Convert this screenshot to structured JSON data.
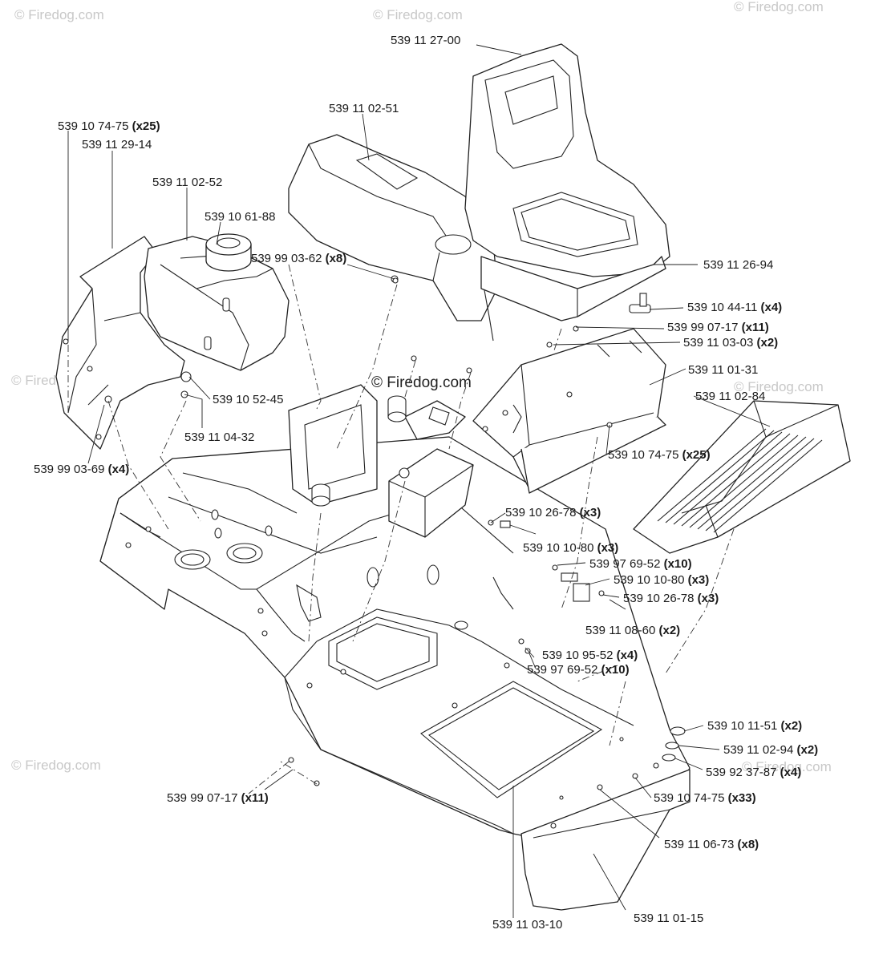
{
  "watermarks": {
    "text": "© Firedog.com",
    "center_text": "© Firedog.com"
  },
  "labels": [
    {
      "id": "seat",
      "part": "539 11 27-00",
      "qty": ""
    },
    {
      "id": "console",
      "part": "539 11 02-51",
      "qty": ""
    },
    {
      "id": "screw-left-top",
      "part": "539 10 74-75",
      "qty": "(x25)"
    },
    {
      "id": "left-bracket",
      "part": "539 11 29-14",
      "qty": ""
    },
    {
      "id": "fuel-tank",
      "part": "539 11 02-52",
      "qty": ""
    },
    {
      "id": "fuel-cap",
      "part": "539 10 61-88",
      "qty": ""
    },
    {
      "id": "nut-console",
      "part": "539 99 03-62",
      "qty": "(x8)"
    },
    {
      "id": "seat-bracket",
      "part": "539 11 26-94",
      "qty": ""
    },
    {
      "id": "knob",
      "part": "539 10 44-11",
      "qty": "(x4)"
    },
    {
      "id": "nut-seat",
      "part": "539 99 07-17",
      "qty": "(x11)"
    },
    {
      "id": "bolt-seat",
      "part": "539 11 03-03",
      "qty": "(x2)"
    },
    {
      "id": "seat-pan",
      "part": "539 11 01-31",
      "qty": ""
    },
    {
      "id": "footrest",
      "part": "539 11 02-84",
      "qty": ""
    },
    {
      "id": "grommet",
      "part": "539 10 52-45",
      "qty": ""
    },
    {
      "id": "fitting",
      "part": "539 11 04-32",
      "qty": ""
    },
    {
      "id": "screw-right",
      "part": "539 10 74-75",
      "qty": "(x25)"
    },
    {
      "id": "nut-left",
      "part": "539 99 03-69",
      "qty": "(x4)"
    },
    {
      "id": "switch-a",
      "part": "539 10 26-78",
      "qty": "(x3)"
    },
    {
      "id": "screw-switch-a",
      "part": "539 10 10-80",
      "qty": "(x3)"
    },
    {
      "id": "nut-switch",
      "part": "539 97 69-52",
      "qty": "(x10)"
    },
    {
      "id": "screw-switch-b",
      "part": "539 10 10-80",
      "qty": "(x3)"
    },
    {
      "id": "switch-b",
      "part": "539 10 26-78",
      "qty": "(x3)"
    },
    {
      "id": "bracket-switch",
      "part": "539 11 08-60",
      "qty": "(x2)"
    },
    {
      "id": "clip",
      "part": "539 10 95-52",
      "qty": "(x4)"
    },
    {
      "id": "nut-center",
      "part": "539 97 69-52",
      "qty": "(x10)"
    },
    {
      "id": "washer-a",
      "part": "539 10 11-51",
      "qty": "(x2)"
    },
    {
      "id": "washer-b",
      "part": "539 11 02-94",
      "qty": "(x2)"
    },
    {
      "id": "washer-c",
      "part": "539 92 37-87",
      "qty": "(x4)"
    },
    {
      "id": "nut-bottom",
      "part": "539 99 07-17",
      "qty": "(x11)"
    },
    {
      "id": "screw-bottom",
      "part": "539 10 74-75",
      "qty": "(x33)"
    },
    {
      "id": "screw-plate",
      "part": "539 11 06-73",
      "qty": "(x8)"
    },
    {
      "id": "frame",
      "part": "539 11 03-10",
      "qty": ""
    },
    {
      "id": "front-plate",
      "part": "539 11 01-15",
      "qty": ""
    }
  ]
}
